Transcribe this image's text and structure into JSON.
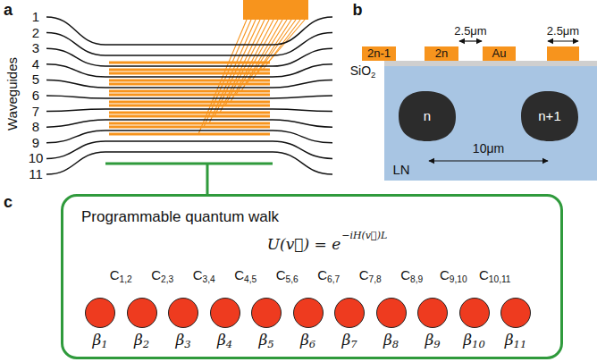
{
  "diagram": {
    "nodes": [
      {
        "text": [
          "Programmable quantum walk",
          "U(v⃗) = e",
          "−iH(v⃗)L"
        ]
      },
      {
        "text": [
          "β1"
        ],
        "in": 0
      },
      {
        "text": [
          "β2"
        ],
        "in": 0
      },
      {
        "text": [
          "β3"
        ],
        "in": 0
      },
      {
        "text": [
          "β4"
        ],
        "in": 0
      },
      {
        "text": [
          "β5"
        ],
        "in": 0
      },
      {
        "text": [
          "β6"
        ],
        "in": 0
      },
      {
        "text": [
          "β7"
        ],
        "in": 0
      },
      {
        "text": [
          "β8"
        ],
        "in": 0
      },
      {
        "text": [
          "β9"
        ],
        "in": 0
      },
      {
        "text": [
          "β10"
        ],
        "in": 0
      },
      {
        "text": [
          "β11"
        ],
        "in": 0
      }
    ],
    "edges": [
      {
        "from": 1,
        "to": 2,
        "arrow": "both",
        "label": "C1,2"
      },
      {
        "from": 2,
        "to": 3,
        "arrow": "both",
        "label": "C2,3"
      },
      {
        "from": 3,
        "to": 4,
        "arrow": "both",
        "label": "C3,4"
      },
      {
        "from": 4,
        "to": 5,
        "arrow": "both",
        "label": "C4,5"
      },
      {
        "from": 5,
        "to": 6,
        "arrow": "both",
        "label": "C5,6"
      },
      {
        "from": 6,
        "to": 7,
        "arrow": "both",
        "label": "C6,7"
      },
      {
        "from": 7,
        "to": 8,
        "arrow": "both",
        "label": "C7,8"
      },
      {
        "from": 8,
        "to": 9,
        "arrow": "both",
        "label": "C8,9"
      },
      {
        "from": 9,
        "to": 10,
        "arrow": "both",
        "label": "C9,10"
      },
      {
        "from": 10,
        "to": 11,
        "arrow": "both",
        "label": "C10,11"
      }
    ],
    "labels": [
      "a",
      "Waveguides",
      "1",
      "2",
      "3",
      "4",
      "5",
      "6",
      "7",
      "8",
      "9",
      "10",
      "11",
      "b",
      "2n-1",
      "2n",
      "Au",
      "2.5μm",
      "2.5μm",
      "SiO2",
      "n",
      "n+1",
      "LN",
      "10μm",
      "c"
    ]
  }
}
